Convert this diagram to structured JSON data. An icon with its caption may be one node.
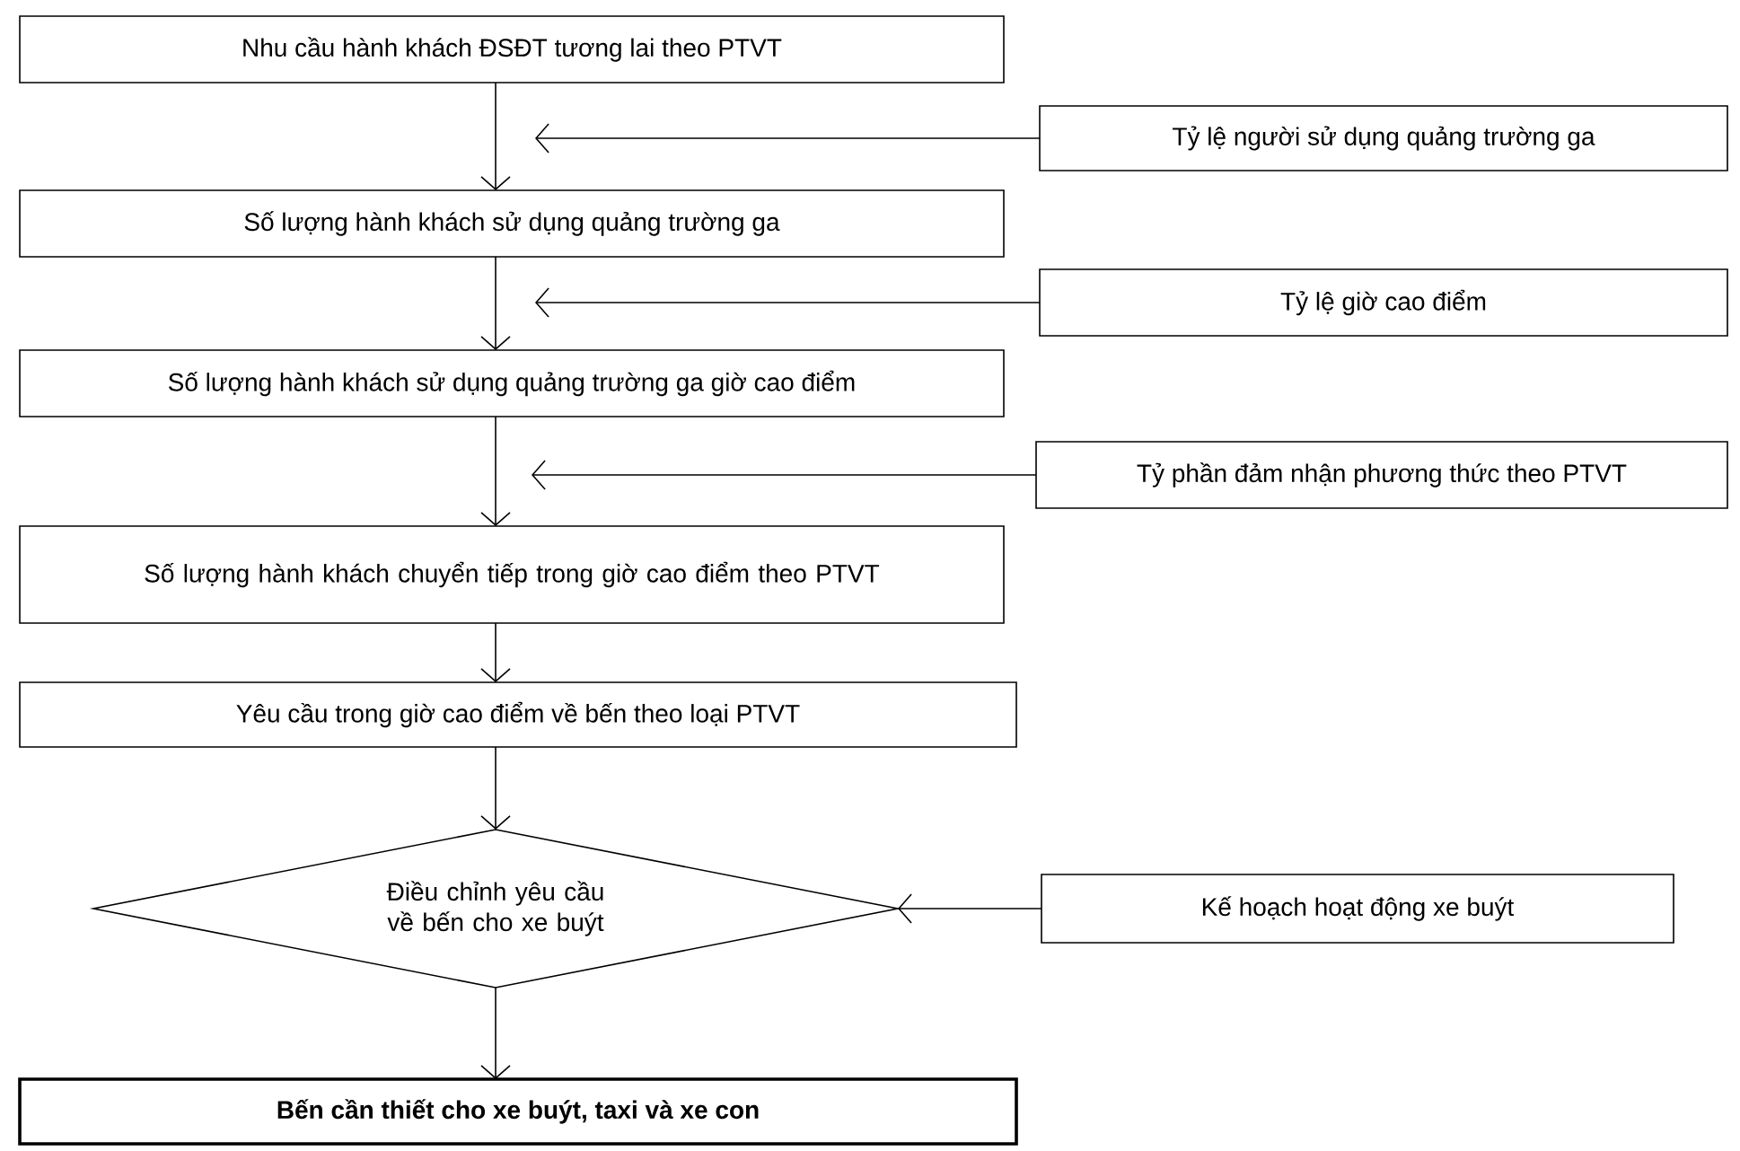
{
  "diagram": {
    "nodes": [
      {
        "text": [
          "Nhu cầu hành khách ĐSĐT tương lai theo PTVT"
        ]
      },
      {
        "text": [
          "Tỷ lệ người sử dụng quảng trường ga"
        ]
      },
      {
        "text": [
          "Số lượng hành khách sử dụng quảng trường ga"
        ]
      },
      {
        "text": [
          "Tỷ lệ giờ cao điểm"
        ]
      },
      {
        "text": [
          "Số lượng hành khách sử dụng quảng trường ga giờ cao điểm"
        ]
      },
      {
        "text": [
          "Tỷ phần đảm nhận phương thức theo PTVT"
        ]
      },
      {
        "text": [
          "Số lượng hành khách chuyển tiếp trong giờ cao điểm theo PTVT"
        ]
      },
      {
        "text": [
          "Yêu cầu trong giờ cao điểm về bến theo loại PTVT"
        ]
      },
      {
        "text": [
          "Điều chỉnh yêu cầu về bến cho xe buýt"
        ]
      },
      {
        "text": [
          "Kế hoạch hoạt động xe buýt"
        ]
      },
      {
        "text": [
          "Bến cần thiết cho xe buýt, taxi và xe con"
        ]
      }
    ],
    "edges": [
      {
        "from": 0,
        "to": 2,
        "arrow": "to"
      },
      {
        "from": 1,
        "to": null,
        "arrow": "to"
      },
      {
        "from": 2,
        "to": 4,
        "arrow": "to"
      },
      {
        "from": 3,
        "to": null,
        "arrow": "to"
      },
      {
        "from": 4,
        "to": 6,
        "arrow": "to"
      },
      {
        "from": 5,
        "to": null,
        "arrow": "to"
      },
      {
        "from": 6,
        "to": 7,
        "arrow": "to"
      },
      {
        "from": 7,
        "to": 8,
        "arrow": "to"
      },
      {
        "from": 9,
        "to": 8,
        "arrow": "to"
      },
      {
        "from": 8,
        "to": 10,
        "arrow": "to"
      }
    ]
  }
}
